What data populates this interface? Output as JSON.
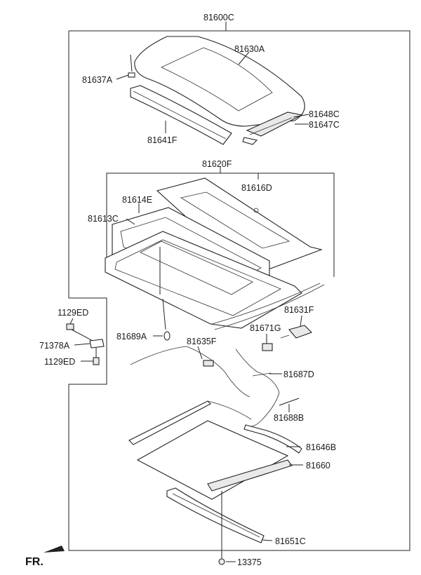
{
  "diagram": {
    "orientation_label": "FR.",
    "callouts": {
      "assembly": "81600C",
      "glass_panel": "81630A",
      "clip": "81637A",
      "deflector": "81641F",
      "guide_front": "81648C",
      "guide_rear": "81647C",
      "frame_assembly": "81620F",
      "panel_sub": "81616D",
      "weatherstrip": "81614E",
      "frame": "81613C",
      "bolt_upper": "1129ED",
      "bracket": "71378A",
      "bolt_lower": "1129ED",
      "drain_plug": "81689A",
      "cable_left": "81635F",
      "motor": "81631F",
      "connector": "81671G",
      "wiring": "81687D",
      "drain_hose": "81688B",
      "cable_right": "81646B",
      "sunshade": "81660",
      "rear_rail": "81651C",
      "nut": "13375"
    }
  }
}
